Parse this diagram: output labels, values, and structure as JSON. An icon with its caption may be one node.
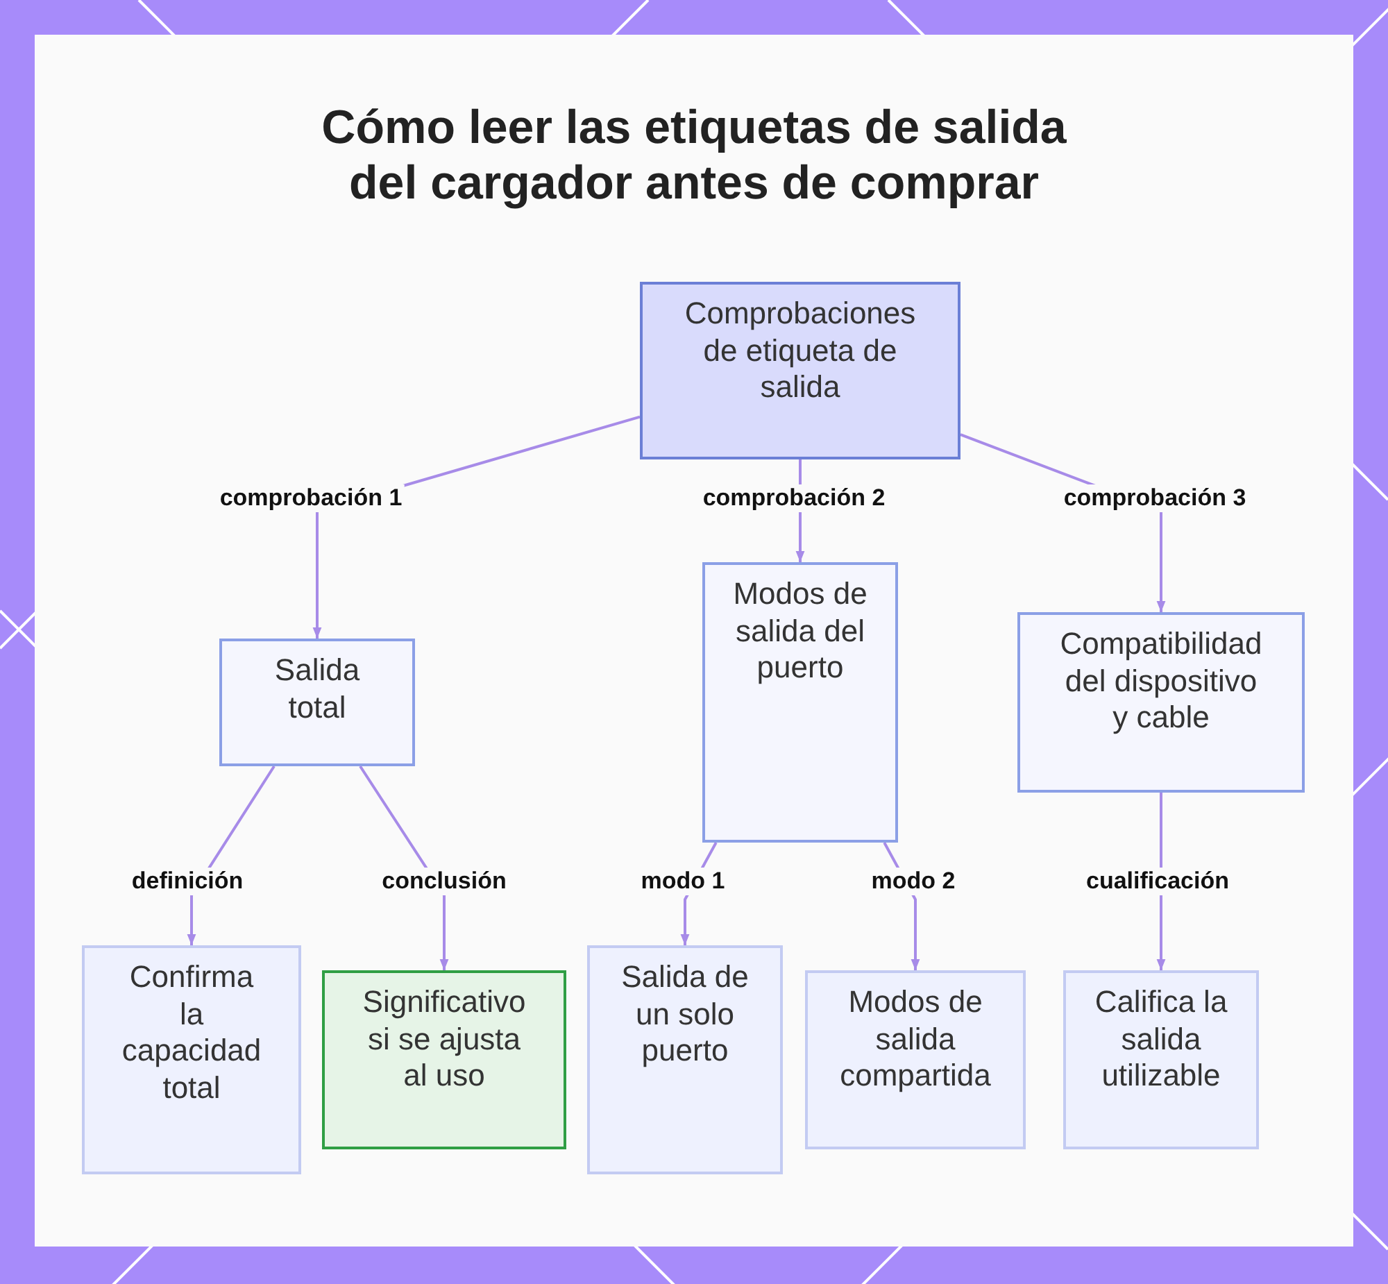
{
  "diagram": {
    "title": "Cómo leer las etiquetas de salida del cargador antes de comprar",
    "nodes": [
      {
        "text": [
          "Comprobaciones de etiqueta de salida"
        ]
      },
      {
        "text": [
          "Salida total"
        ]
      },
      {
        "text": [
          "Modos de salida del puerto"
        ]
      },
      {
        "text": [
          "Compatibilidad del dispositivo y cable"
        ]
      },
      {
        "text": [
          "Confirma la capacidad total"
        ]
      },
      {
        "text": [
          "Significativo si se ajusta al uso"
        ]
      },
      {
        "text": [
          "Salida de un solo puerto"
        ]
      },
      {
        "text": [
          "Modos de salida compartida"
        ]
      },
      {
        "text": [
          "Califica la salida utilizable"
        ]
      }
    ],
    "edges": [
      {
        "from": 0,
        "to": 1,
        "arrow": "to",
        "label": "comprobación 1"
      },
      {
        "from": 0,
        "to": 2,
        "arrow": "to",
        "label": "comprobación 2"
      },
      {
        "from": 0,
        "to": 3,
        "arrow": "to",
        "label": "comprobación 3"
      },
      {
        "from": 1,
        "to": 4,
        "arrow": "to",
        "label": "definición"
      },
      {
        "from": 1,
        "to": 5,
        "arrow": "to",
        "label": "conclusión"
      },
      {
        "from": 2,
        "to": 6,
        "arrow": "to",
        "label": "modo 1"
      },
      {
        "from": 2,
        "to": 7,
        "arrow": "to",
        "label": "modo 2"
      },
      {
        "from": 3,
        "to": 8,
        "arrow": "to",
        "label": "cualificación"
      }
    ]
  }
}
